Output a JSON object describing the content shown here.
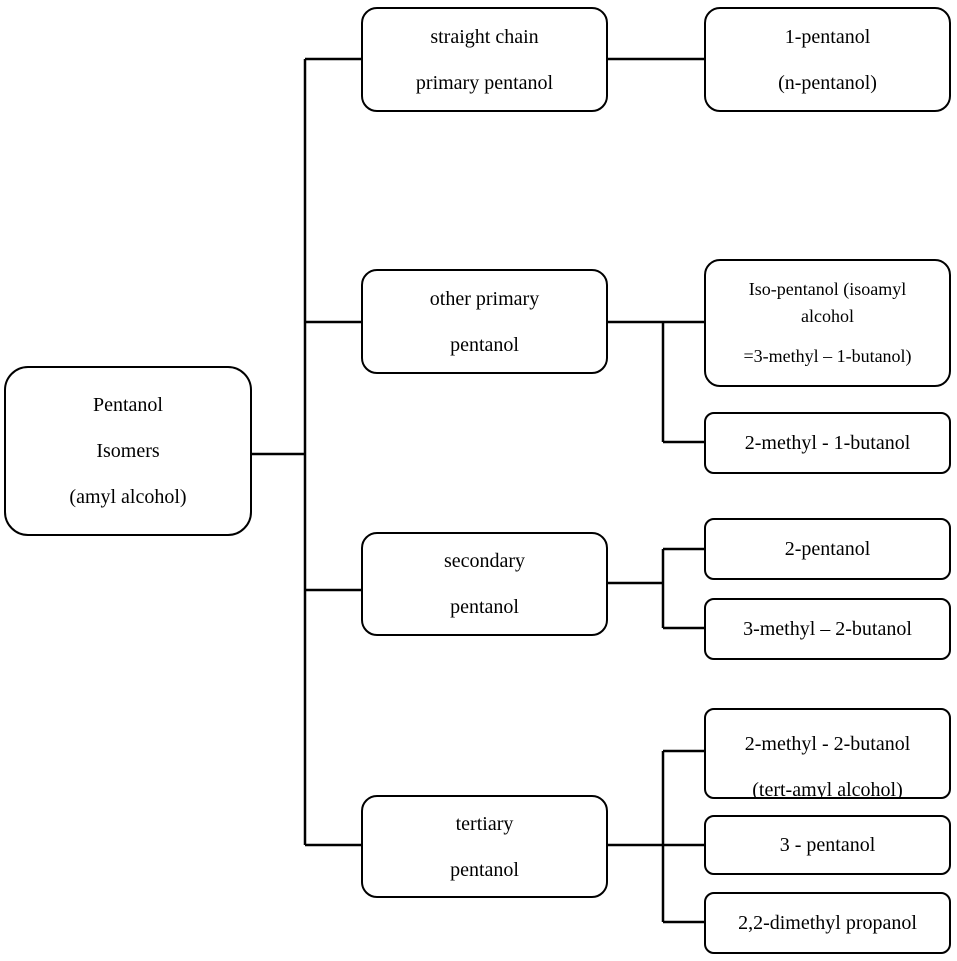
{
  "root": {
    "lines": [
      "Pentanol",
      "Isomers",
      "(amyl alcohol)"
    ]
  },
  "categories": [
    {
      "lines": [
        "straight chain",
        "primary pentanol"
      ],
      "isomers": [
        {
          "lines": [
            "1-pentanol",
            "(n-pentanol)"
          ]
        }
      ]
    },
    {
      "lines": [
        "other primary",
        "pentanol"
      ],
      "isomers": [
        {
          "lines": [
            "Iso-pentanol (isoamyl",
            "alcohol",
            "=3-methyl – 1-butanol)"
          ]
        },
        {
          "lines": [
            "2-methyl - 1-butanol"
          ]
        }
      ]
    },
    {
      "lines": [
        "secondary",
        "pentanol"
      ],
      "isomers": [
        {
          "lines": [
            "2-pentanol"
          ]
        },
        {
          "lines": [
            "3-methyl – 2-butanol"
          ]
        }
      ]
    },
    {
      "lines": [
        "tertiary",
        "pentanol"
      ],
      "isomers": [
        {
          "lines": [
            "2-methyl - 2-butanol",
            "(tert-amyl alcohol)"
          ]
        },
        {
          "lines": [
            "3 - pentanol"
          ]
        },
        {
          "lines": [
            "2,2-dimethyl propanol"
          ]
        }
      ]
    }
  ]
}
